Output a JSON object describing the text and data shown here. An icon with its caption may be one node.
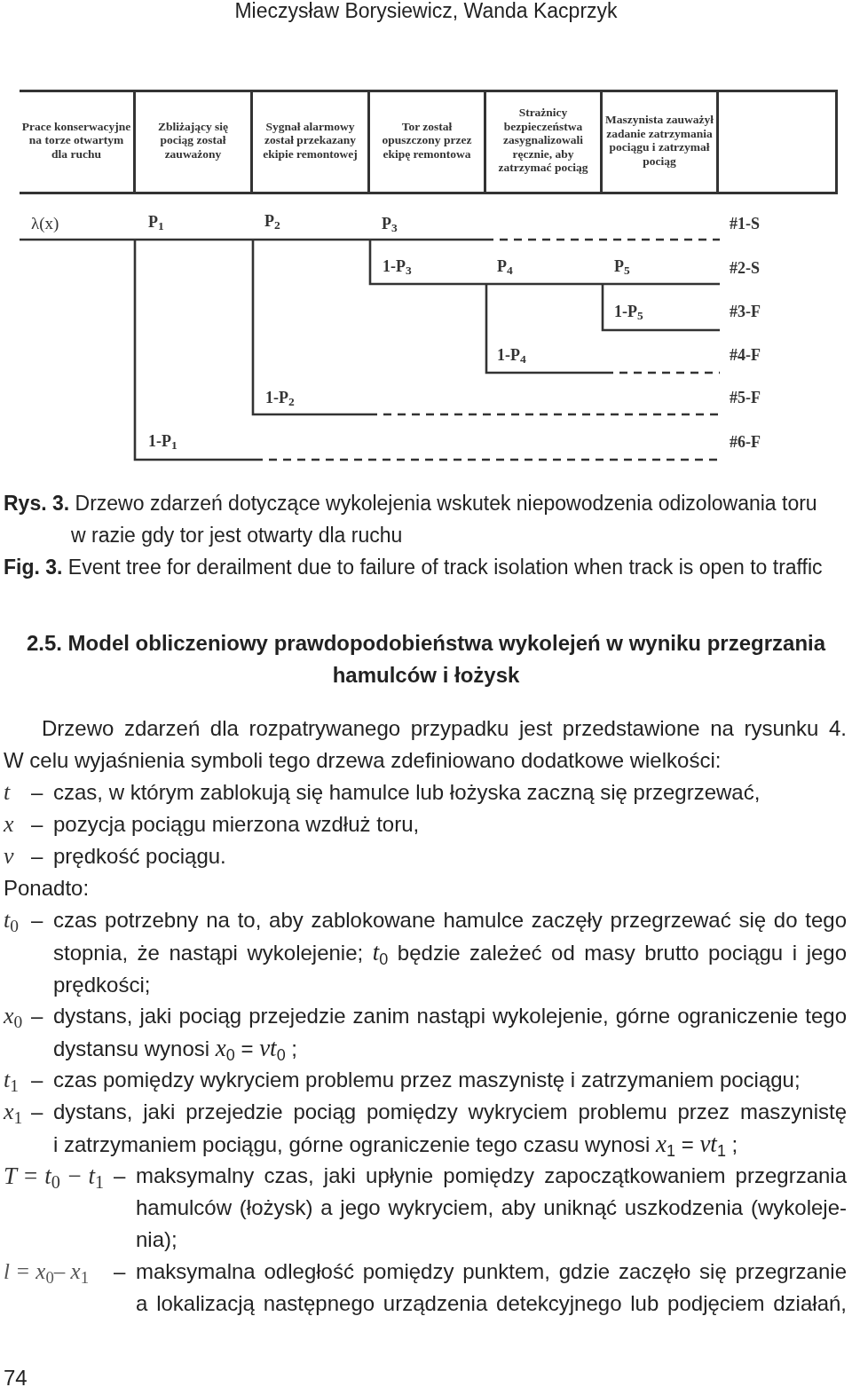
{
  "diagram": {
    "caption": "**Rys. 3.** Drzewo zdarzeń dotyczące wykolejenia wskutek niepowodzenia odizolowania toru w razie gdy tor jest otwarty dla ruchu",
    "nodes": [
      {
        "text": [
          "Prace konserwacyjne na torze otwartym dla ruchu"
        ]
      },
      {
        "text": [
          "Zbliżający się pociąg został zauważony"
        ]
      },
      {
        "text": [
          "Sygnał alarmowy został przekazany ekipie remontowej"
        ]
      },
      {
        "text": [
          "Tor został opuszczony przez ekipę remontowa"
        ]
      },
      {
        "text": [
          "Strażnicy bezpieczeństwa zasygnalizowali ręcznie, aby zatrzymać pociąg"
        ]
      },
      {
        "text": [
          "Maszynista zauważył zadanie zatrzymania pociągu i zatrzymał pociąg"
        ]
      },
      {
        "text": [],
        "shape": "box"
      }
    ],
    "labels": [
      "Mieczysław Borysiewicz, Wanda Kacprzyk",
      "λ(x)",
      "P$_{1}$",
      "P$_{2}$",
      "P$_{3}$",
      "#1-S",
      "1-P$_{3}$",
      "P$_{4}$",
      "P$_{5}$",
      "#2-S",
      "1-P$_{5}$",
      "#3-F",
      "1-P$_{4}$",
      "#4-F",
      "1-P$_{2}$",
      "#5-F",
      "1-P$_{1}$",
      "#6-F",
      "**Fig. 3.** Event tree for derailment due to failure of track isolation when track is open to traffic",
      "2.5. Model obliczeniowy prawdopodobieństwa wykolejeń w wyniku przegrzania hamulców i łożysk",
      "Drzewo zdarzeń dla rozpatrywanego przypadku jest przedstawione na rysunku 4. W celu wyjaśnienia symboli tego drzewa zdefiniowano dodatkowe wielkości:",
      "t",
      "–",
      "czas, w którym zablokują się hamulce lub łożyska zaczną się przegrzewać,",
      "x",
      "–",
      "pozycja pociągu mierzona wzdłuż toru,",
      "v",
      "–",
      "prędkość pociągu.",
      "Ponadto:",
      "t$_{0}$",
      "–",
      "czas potrzebny na to, aby zablokowane hamulce zaczęły przegrzewać się do tego stopnia, że nastąpi wykolejenie; *t*$_{0}$ będzie zależeć od masy brutto pociągu i jego prędkości;",
      "x$_{0}$",
      "–",
      "dystans, jaki pociąg przejedzie zanim nastąpi wykolejenie, górne ograniczenie tego dystansu wynosi *x*$_{0}$ = *vt*$_{0}$ ;",
      "t$_{1}$",
      "–",
      "czas pomiędzy wykryciem problemu przez maszynistę i zatrzymaniem pociągu;",
      "x$_{1}$",
      "–",
      "dystans, jaki przejedzie pociąg pomiędzy wykryciem problemu przez maszynistę i zatrzymaniem pociągu, górne ograniczenie tego czasu wynosi *x*$_{1}$ = *vt*$_{1}$ ;",
      "T = t$_{0}$ − t$_{1}$",
      "–",
      "maksymalny czas, jaki upłynie pomiędzy zapoczątkowaniem przegrzania hamulców (łożysk) a jego wykryciem, aby uniknąć uszkodzenia (wykoleje- nia);",
      "l = x$_{0}$– x$_{1}$",
      "–",
      "maksymalna odległość pomiędzy punktem, gdzie zaczęło się przegrzanie a lokalizacją następnego urządzenia detekcyjnego lub podjęciem działań,",
      "74"
    ]
  }
}
